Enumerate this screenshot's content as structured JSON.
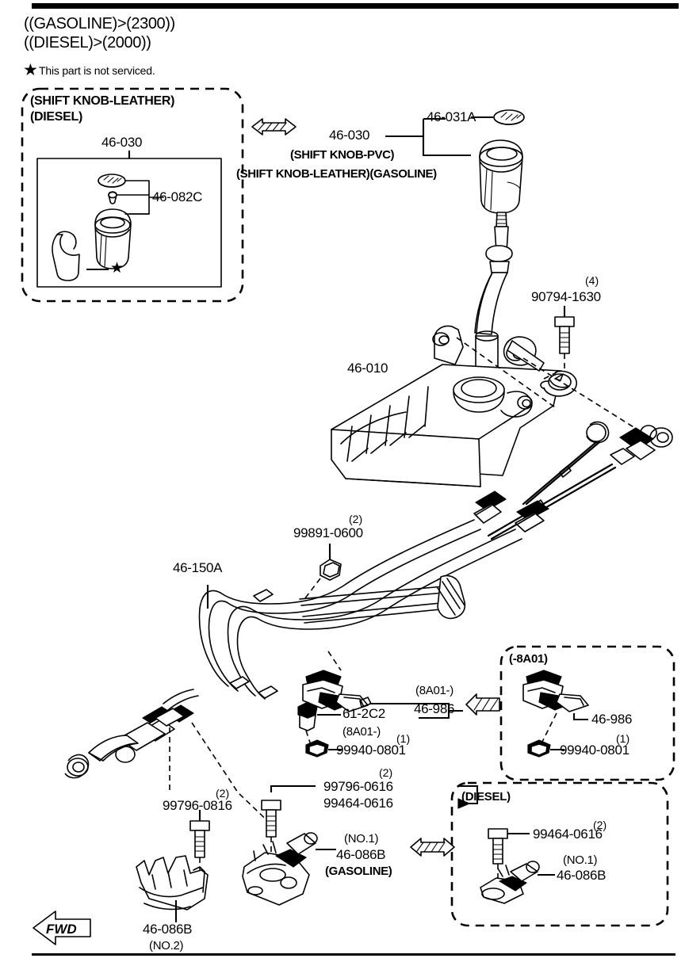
{
  "header": {
    "line1": "((GASOLINE)>(2300))",
    "line2": "((DIESEL)>(2000))",
    "note_star": "★",
    "note_text": "This part is not serviced."
  },
  "inset_left": {
    "title_line1": "(SHIFT KNOB-LEATHER)",
    "title_line2": "(DIESEL)",
    "part_top": "46-030",
    "part_inner": "46-082C",
    "star_marker": "★"
  },
  "knob_group": {
    "cap_part": "46-031A",
    "knob_part": "46-030",
    "knob_type_pvc": "(SHIFT KNOB-PVC)",
    "knob_type_leather": "(SHIFT KNOB-LEATHER)(GASOLINE)"
  },
  "main": {
    "base_part": "46-010",
    "bolt_part": "90794-1630",
    "bolt_qty": "(4)",
    "cable_part": "46-150A",
    "clip_part": "99891-0600",
    "clip_qty": "(2)"
  },
  "bracket_center": {
    "part_61": "61-2C2",
    "range_8a01_top": "(8A01-)",
    "part_46986": "46-986",
    "range_8a01_bottom": "(8A01-)",
    "nut_part": "99940-0801",
    "nut_qty": "(1)"
  },
  "inset_right_top": {
    "title": "(-8A01)",
    "part_46986": "46-986",
    "nut_part": "99940-0801",
    "nut_qty": "(1)"
  },
  "inset_right_bottom": {
    "title": "(DIESEL)",
    "bolt_part": "99464-0616",
    "bolt_qty": "(2)",
    "bracket_part": "46-086B",
    "bracket_no": "(NO.1)"
  },
  "bottom_center": {
    "bolt_part_a": "99796-0616",
    "bolt_part_b": "99464-0616",
    "bolt_qty": "(2)",
    "bracket_no": "(NO.1)",
    "bracket_part": "46-086B",
    "bracket_variant": "(GASOLINE)"
  },
  "bottom_left": {
    "bolt_part": "99796-0816",
    "bolt_qty": "(2)",
    "bracket_part": "46-086B",
    "bracket_no": "(NO.2)",
    "fwd_label": "FWD"
  },
  "icons": {
    "arrow_double": "double-hatched-arrow",
    "arrow_left": "left-hatched-arrow",
    "fwd_arrow": "fwd-arrow"
  },
  "colors": {
    "ink": "#000000",
    "paper": "#ffffff"
  }
}
